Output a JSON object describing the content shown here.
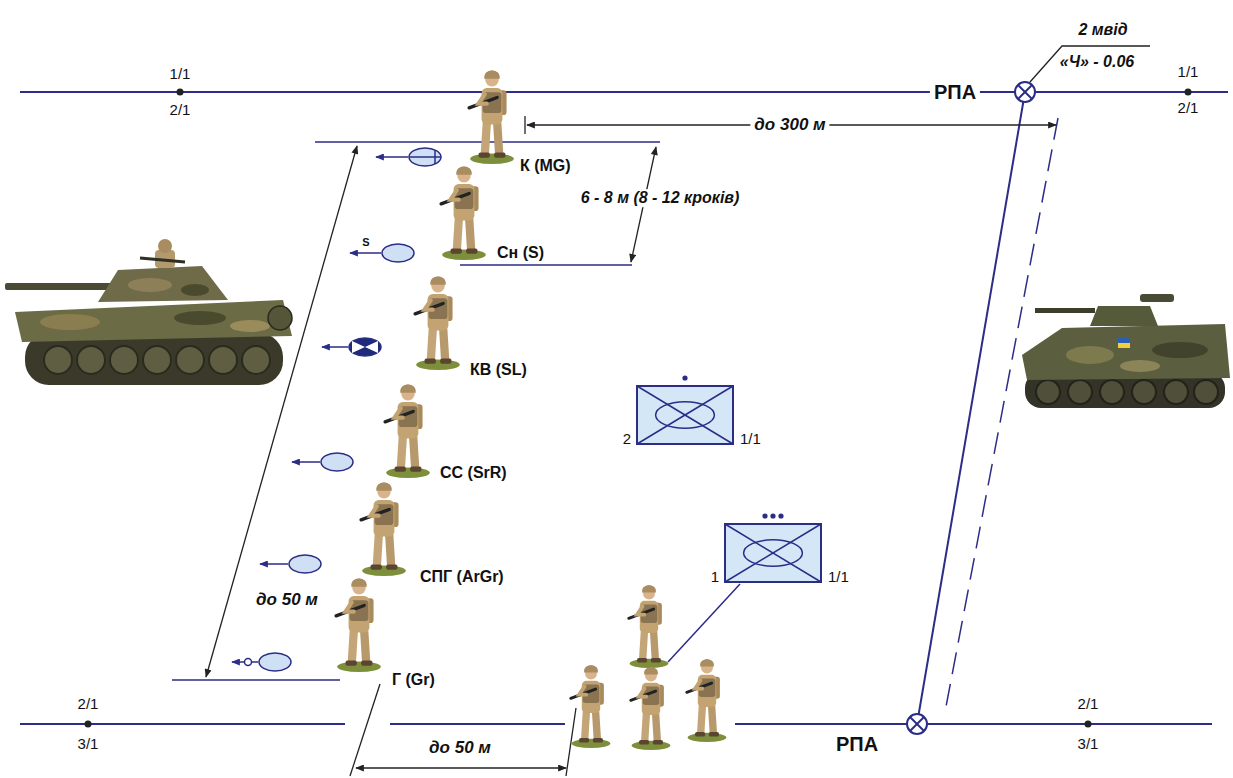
{
  "diagram": {
    "nodes": [
      {
        "text": [
          "2",
          "1/1"
        ]
      },
      {
        "text": [
          "1",
          "1/1"
        ]
      }
    ],
    "labels": [
      "1/1",
      "2/1",
      "2 мвід",
      "«Ч» - 0.06",
      "РПА",
      "1/1",
      "2/1",
      "до 300 м",
      "К (MG)",
      "6 - 8 м (8 - 12 кроків)",
      "S",
      "Сн (S)",
      "КВ (SL)",
      "до 50 м",
      "СС (SrR)",
      "СПГ (ArGr)",
      "Г (Gr)",
      "2/1",
      "3/1",
      "РПА",
      "2/1",
      "3/1",
      "до 50 м"
    ]
  }
}
